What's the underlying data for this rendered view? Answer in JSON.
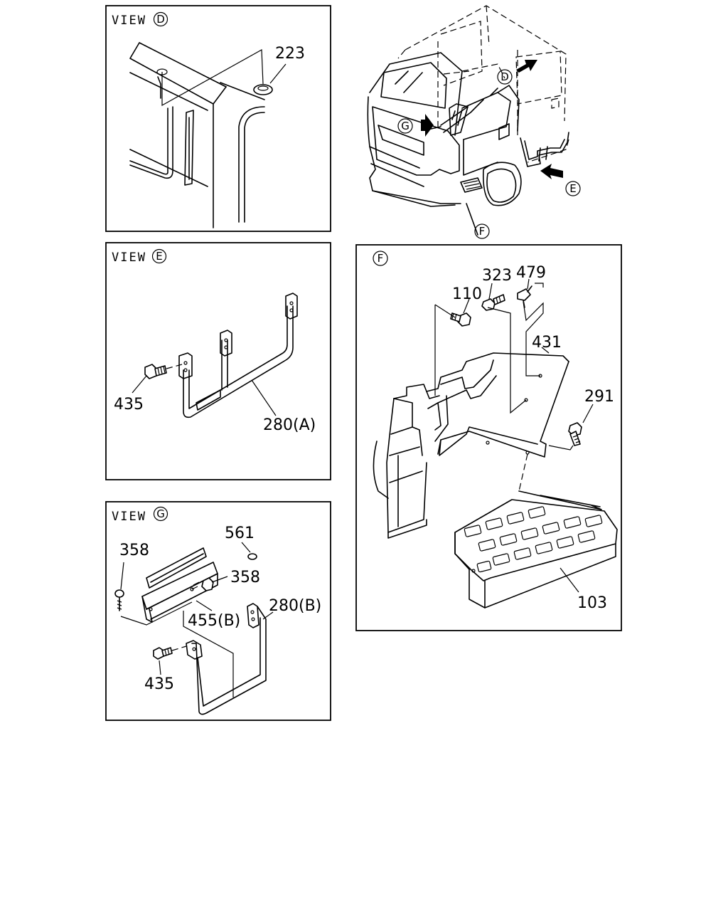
{
  "panels": {
    "view_d": {
      "view_word": "VIEW",
      "view_letter": "D",
      "parts": [
        "223"
      ]
    },
    "view_e": {
      "view_word": "VIEW",
      "view_letter": "E",
      "parts": [
        "435",
        "280(A)"
      ]
    },
    "view_g": {
      "view_word": "VIEW",
      "view_letter": "G",
      "parts": [
        "561",
        "358",
        "358",
        "455(B)",
        "280(B)",
        "435"
      ]
    },
    "detail_f": {
      "letter": "F",
      "parts": [
        "323",
        "479",
        "110",
        "431",
        "291",
        "103"
      ]
    }
  },
  "overview": {
    "callouts": {
      "d": "D",
      "g": "G",
      "e": "E",
      "f": "F"
    }
  },
  "colors": {
    "line": "#000000",
    "background": "#ffffff"
  }
}
